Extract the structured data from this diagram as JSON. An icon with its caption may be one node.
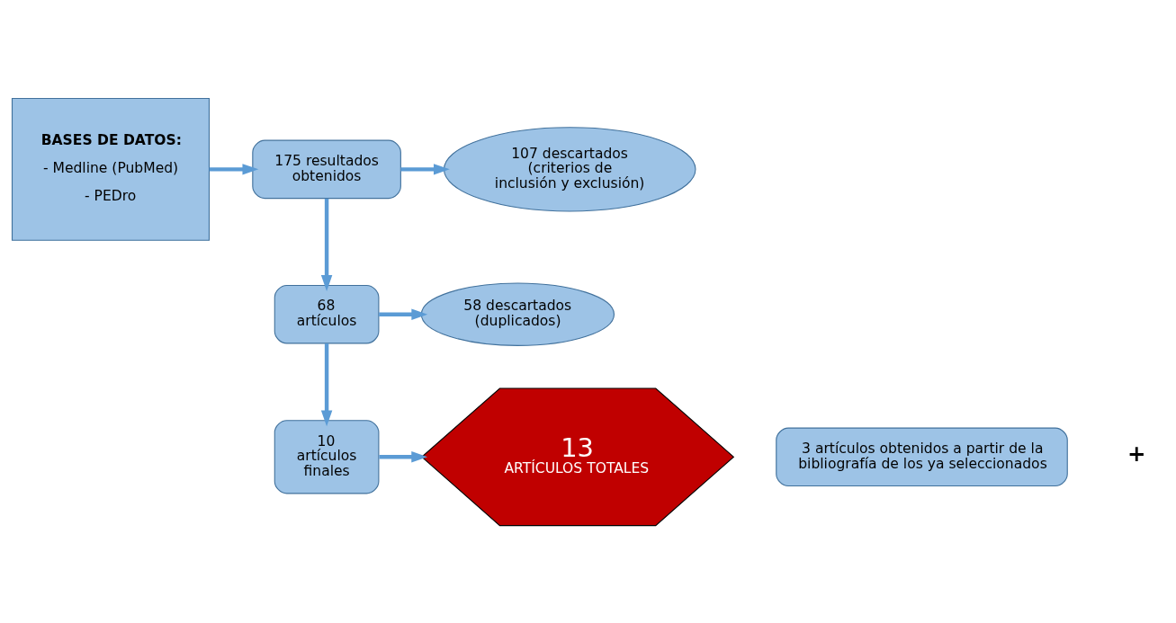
{
  "diagram": {
    "nodes": [
      {
        "text": [
          "BASES DE DATOS:",
          "- Medline (PubMed)",
          "- PEDro"
        ]
      },
      {
        "text": [
          "175 resultados obtenidos"
        ]
      },
      {
        "text": [
          "107 descartados",
          "(criterios de inclusión y exclusión)"
        ]
      },
      {
        "text": [
          "68 artículos"
        ]
      },
      {
        "text": [
          "58 descartados",
          "(duplicados)"
        ]
      },
      {
        "text": [
          "3 artículos obtenidos a partir de la bibliografía de los ya seleccionados"
        ]
      },
      {
        "text": [
          "10 artículos finales"
        ]
      },
      {
        "text": [
          "13",
          "ARTÍCULOS TOTALES"
        ]
      }
    ],
    "edges": [
      {
        "from": 0,
        "to": 1,
        "arrow": "to"
      },
      {
        "from": 1,
        "to": 3,
        "arrow": "to"
      },
      {
        "from": 1,
        "to": 2,
        "arrow": "to"
      },
      {
        "from": 3,
        "to": 6,
        "arrow": "to"
      },
      {
        "from": 3,
        "to": 4,
        "arrow": "to"
      },
      {
        "from": 6,
        "to": 7,
        "arrow": "to"
      }
    ],
    "labels": [
      "+"
    ]
  }
}
